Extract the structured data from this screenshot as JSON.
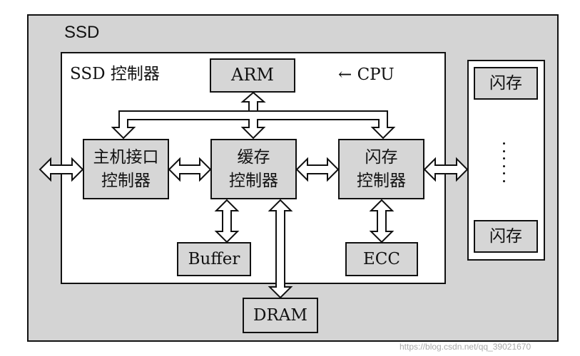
{
  "ssd": {
    "title": "SSD"
  },
  "controller": {
    "title": "SSD 控制器"
  },
  "blocks": {
    "arm": "ARM",
    "host_interface": [
      "主机接口",
      "控制器"
    ],
    "cache": [
      "缓存",
      "控制器"
    ],
    "flash_controller": [
      "闪存",
      "控制器"
    ],
    "buffer": "Buffer",
    "ecc": "ECC",
    "dram": "DRAM"
  },
  "cpu_label": "← CPU",
  "flash_chips": [
    "闪存",
    "闪存"
  ],
  "watermark": "https://blog.csdn.net/qq_39021670"
}
